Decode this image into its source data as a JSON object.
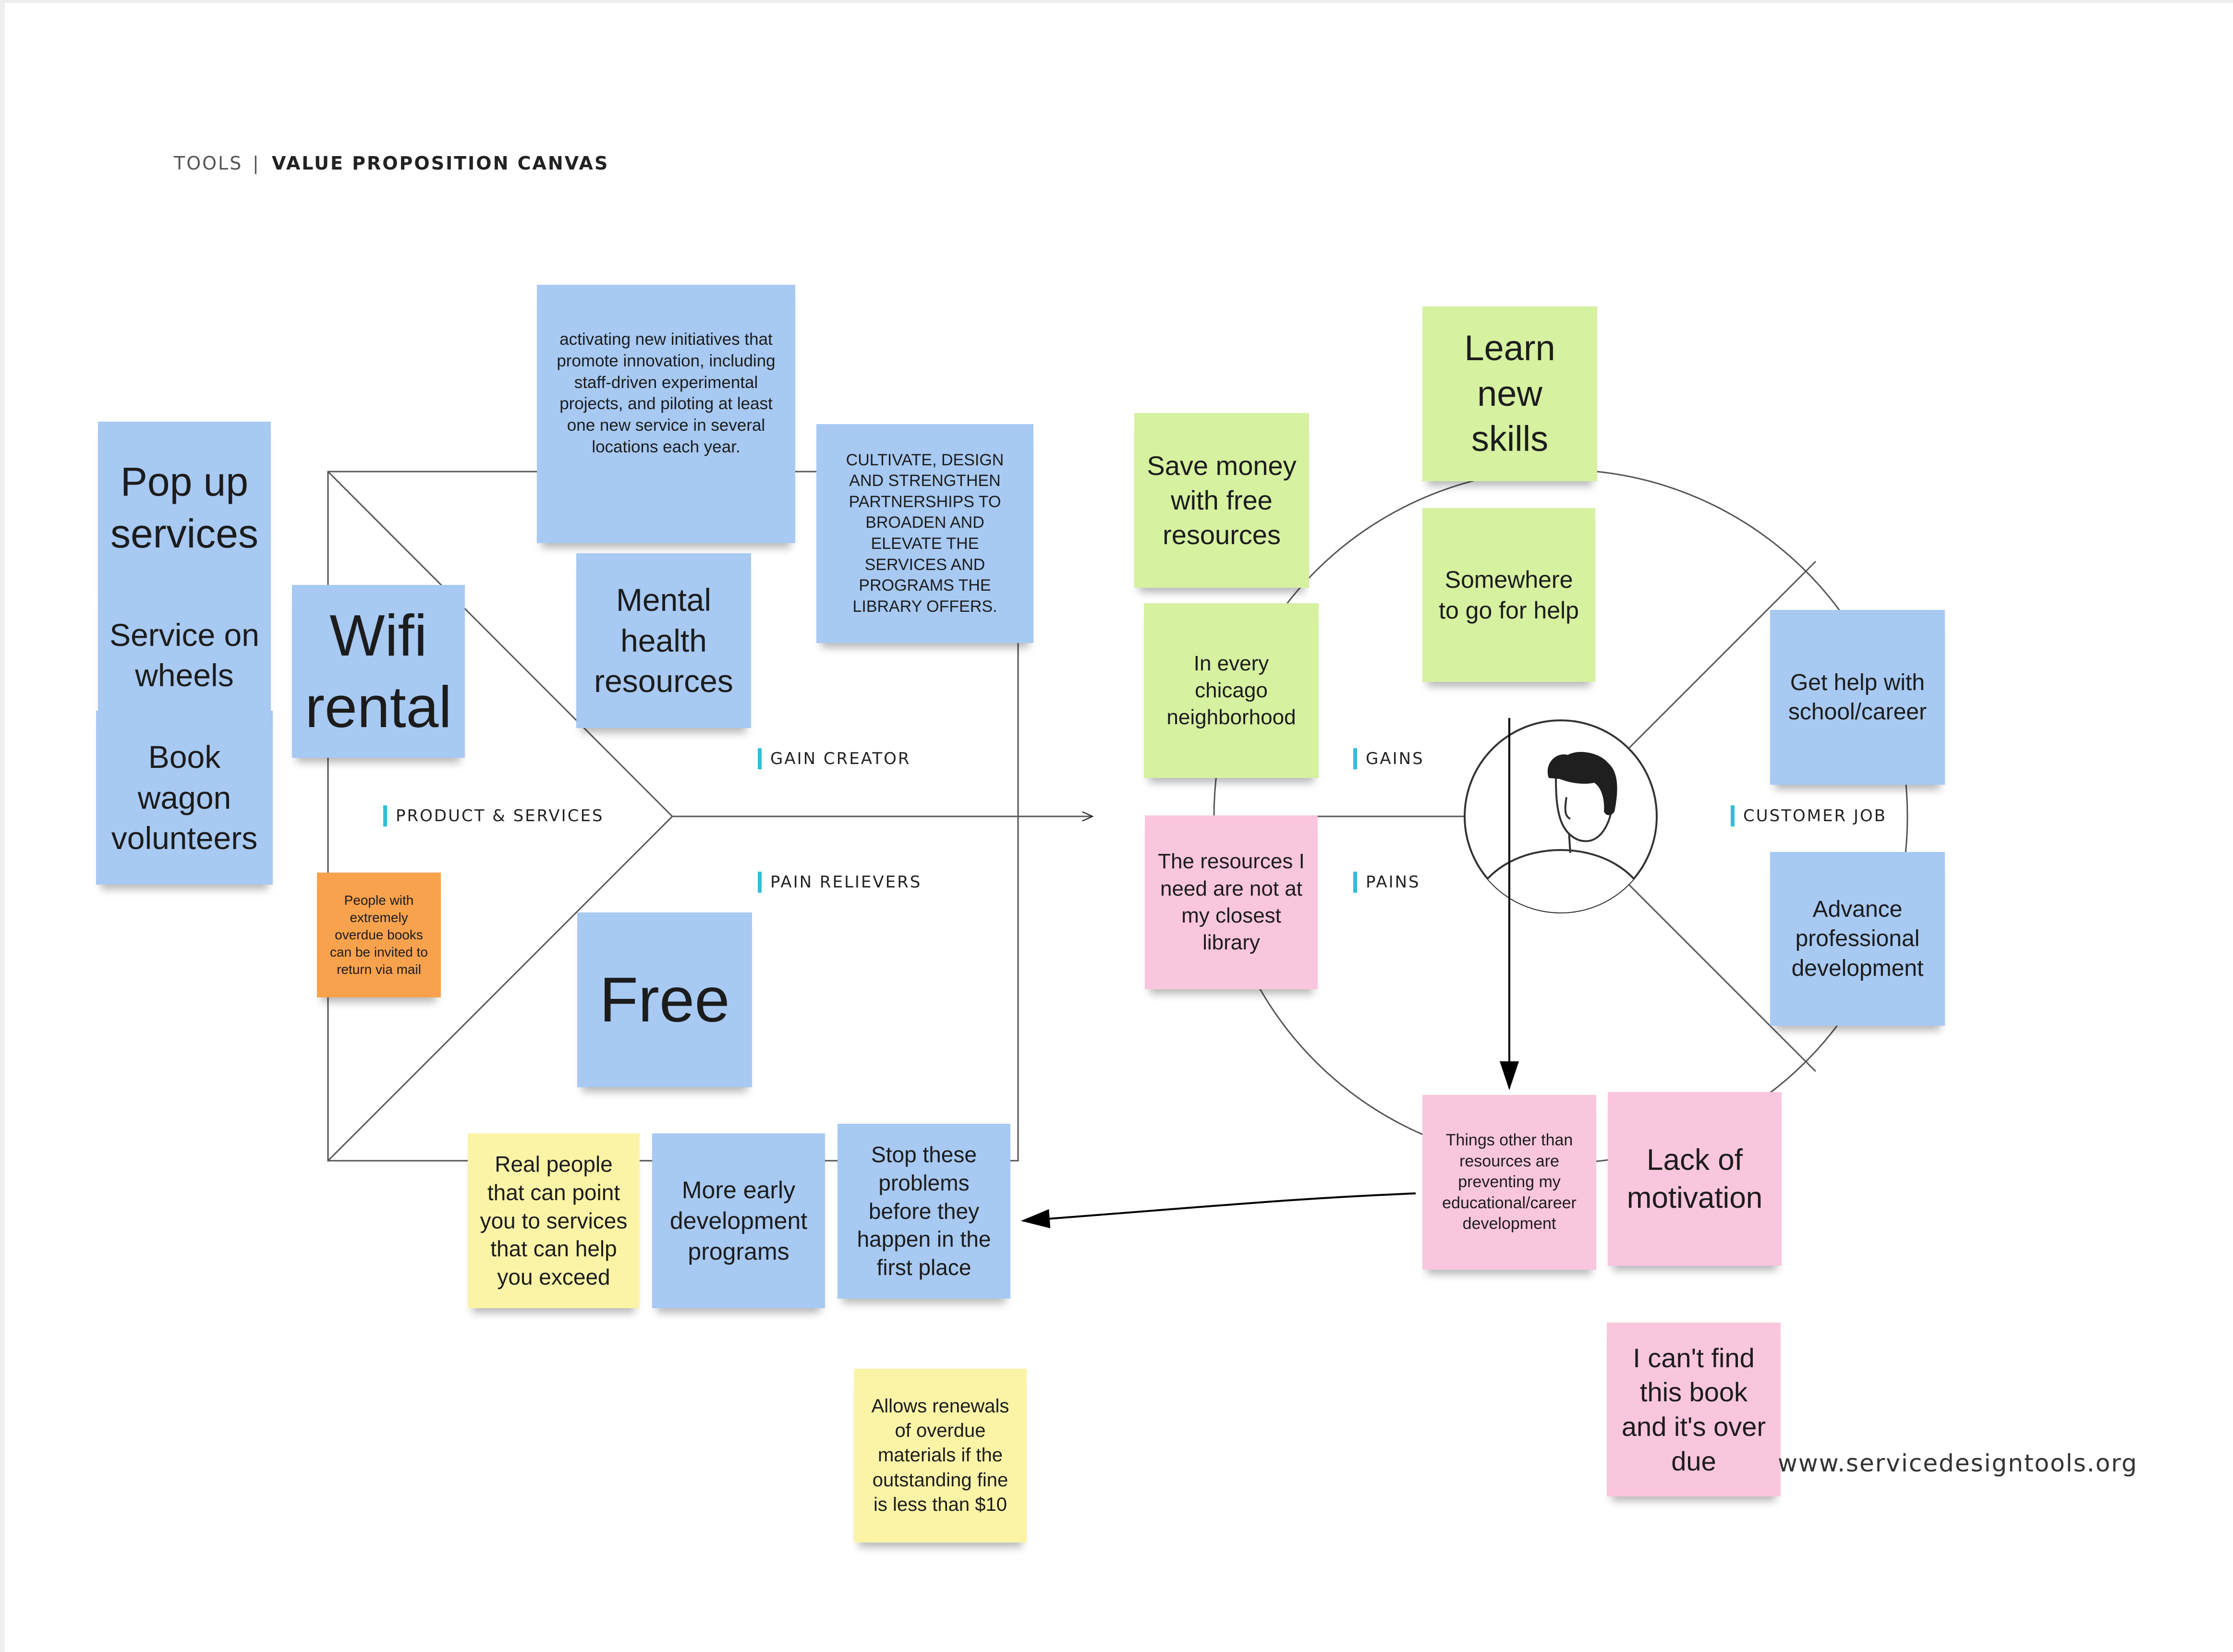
{
  "header": {
    "tools_label": "TOOLS",
    "separator": "|",
    "title": "VALUE PROPOSITION CANVAS"
  },
  "sections": {
    "gain_creator": "GAIN CREATOR",
    "products_services": "PRODUCT & SERVICES",
    "pain_relievers": "PAIN RELIEVERS",
    "gains": "GAINS",
    "pains": "PAINS",
    "customer_job": "CUSTOMER JOB"
  },
  "notes": {
    "pop_up_services": "Pop up services",
    "service_on_wheels": "Service on wheels",
    "book_wagon": "Book wagon volunteers",
    "wifi_rental": "Wifi rental",
    "people_overdue": "People with extremely overdue books can be invited to return via mail",
    "activating_initiatives": "activating new initiatives that promote innovation, including staff-driven experimental projects, and piloting at least one new service in several locations each year.",
    "mental_health": "Mental health resources",
    "cultivate": "CULTIVATE, DESIGN AND STRENGTHEN PARTNERSHIPS TO BROADEN AND ELEVATE THE SERVICES AND PROGRAMS THE LIBRARY OFFERS.",
    "free": "Free",
    "real_people": "Real people that can point you to services that can help you exceed",
    "early_development": "More early development programs",
    "stop_problems": "Stop these problems before they happen in the first place",
    "allows_renewals": "Allows renewals of overdue materials if the outstanding fine is less than $10",
    "save_money": "Save money with free resources",
    "every_neighborhood": "In every chicago neighborhood",
    "learn_skills": "Learn new skills",
    "somewhere_help": "Somewhere to go for help",
    "resources_not_closest": "The resources I need are not at my closest library",
    "get_help": "Get help with school/career",
    "professional_development": "Advance professional development",
    "things_other": "Things other than resources are preventing my educational/career development",
    "lack_motivation": "Lack of motivation",
    "cant_find_book": "I can't find this book and it's over due"
  },
  "footer": {
    "url": "www.servicedesigntools.org"
  },
  "colors": {
    "blue_note": "#a7c9f2",
    "green_note": "#d6f1a0",
    "pink_note": "#f9c6dd",
    "yellow_note": "#fbf4a7",
    "orange_note": "#f8a24e",
    "section_marker": "#2fbfd8"
  },
  "icons": {
    "customer_avatar": "person-avatar-icon"
  }
}
